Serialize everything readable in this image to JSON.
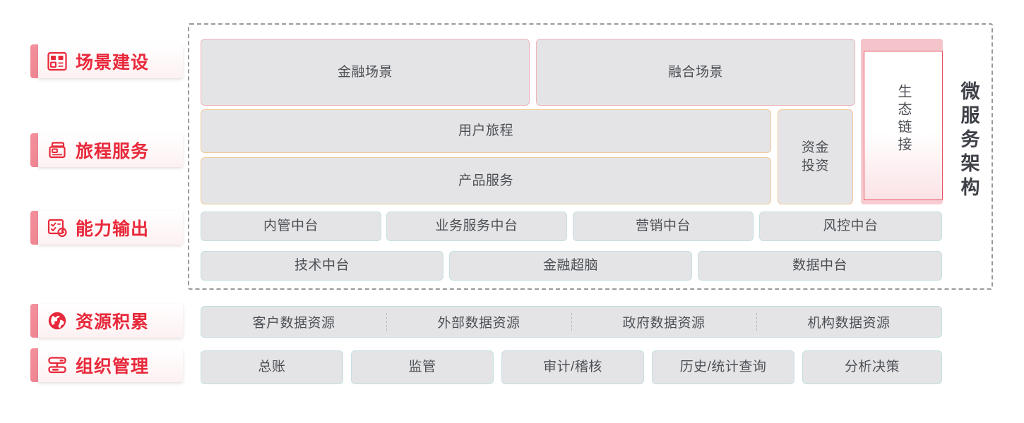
{
  "diagram": {
    "title_vertical": "微服务架构",
    "colors": {
      "accent_red": "#e8293b",
      "tab_pink": "#f3909c",
      "box_fill": "#e4e4e6",
      "border_pink": "#f0b3bb",
      "border_orange": "#f1c998",
      "border_teal": "#c4dfe1",
      "text_dark": "#4c4f55",
      "dashed_gray": "#9a9a9a"
    },
    "stages": [
      {
        "label": "场景建设",
        "icon": "dashboard-layout-icon"
      },
      {
        "label": "旅程服务",
        "icon": "journey-card-icon"
      },
      {
        "label": "能力输出",
        "icon": "checklist-clock-icon"
      },
      {
        "label": "资源积累",
        "icon": "globe-icon"
      },
      {
        "label": "组织管理",
        "icon": "org-structure-icon"
      }
    ],
    "rows": {
      "scene": [
        {
          "label": "金融场景"
        },
        {
          "label": "融合场景"
        }
      ],
      "journey": [
        {
          "label": "用户旅程"
        },
        {
          "label": "产品服务"
        }
      ],
      "capital": {
        "label": "资金\n投资",
        "line1": "资金",
        "line2": "投资"
      },
      "ecosystem": {
        "label": "生态链接"
      },
      "midplatform_top": [
        {
          "label": "内管中台"
        },
        {
          "label": "业务服务中台"
        },
        {
          "label": "营销中台"
        },
        {
          "label": "风控中台"
        }
      ],
      "midplatform_bottom": [
        {
          "label": "技术中台"
        },
        {
          "label": "金融超脑"
        },
        {
          "label": "数据中台"
        }
      ],
      "resources": [
        {
          "label": "客户数据资源"
        },
        {
          "label": "外部数据资源"
        },
        {
          "label": "政府数据资源"
        },
        {
          "label": "机构数据资源"
        }
      ],
      "organization": [
        {
          "label": "总账"
        },
        {
          "label": "监管"
        },
        {
          "label": "审计/稽核"
        },
        {
          "label": "历史/统计查询"
        },
        {
          "label": "分析决策"
        }
      ]
    }
  }
}
